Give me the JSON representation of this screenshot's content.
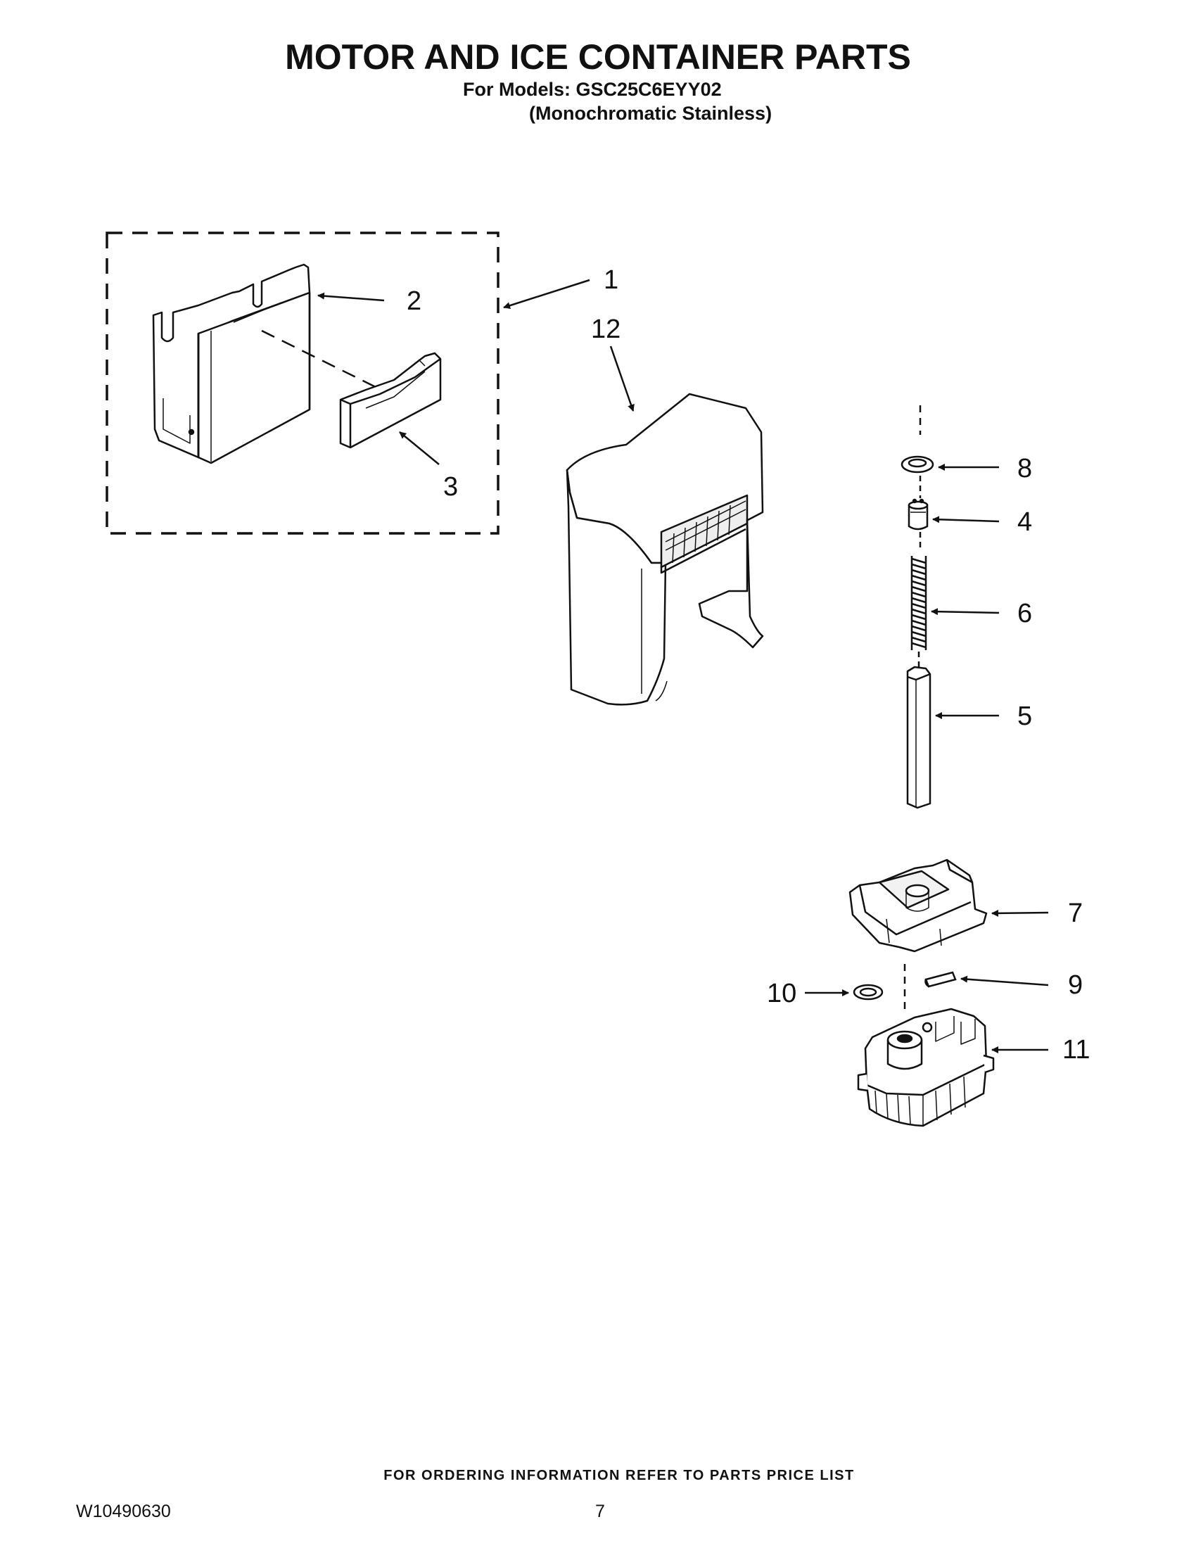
{
  "header": {
    "title": "MOTOR AND ICE CONTAINER PARTS",
    "models_line": "For Models: GSC25C6EYY02",
    "finish_line": "(Monochromatic Stainless)"
  },
  "diagram": {
    "callouts": [
      "1",
      "2",
      "3",
      "4",
      "5",
      "6",
      "7",
      "8",
      "9",
      "10",
      "11",
      "12"
    ]
  },
  "footer": {
    "ordering_info": "FOR ORDERING INFORMATION REFER TO PARTS PRICE LIST",
    "document_number": "W10490630",
    "page_number": "7"
  }
}
